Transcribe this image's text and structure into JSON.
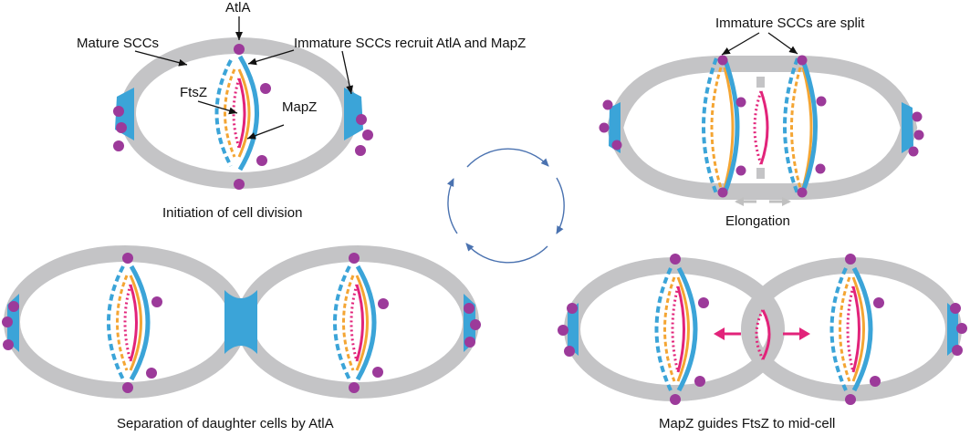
{
  "colors": {
    "wall": "#c4c4c6",
    "scc": "#3ba4d8",
    "ftsz": "#e2237a",
    "mapz": "#f4a533",
    "atla": "#9c3a9a",
    "cycle": "#4a72b0",
    "elongation": "#c0c0c0",
    "label_line": "#111111"
  },
  "panels": {
    "initiation": {
      "caption": "Initiation of cell division",
      "labels": {
        "atla": "AtlA",
        "mature_sccs": "Mature SCCs",
        "immature_recruit": "Immature SCCs recruit AtlA and MapZ",
        "ftsz": "FtsZ",
        "mapz": "MapZ"
      }
    },
    "split": {
      "title": "Immature SCCs are split",
      "caption": "Elongation"
    },
    "separation": {
      "caption": "Separation of daughter cells by AtlA"
    },
    "guides": {
      "caption": "MapZ guides FtsZ to mid-cell"
    }
  }
}
